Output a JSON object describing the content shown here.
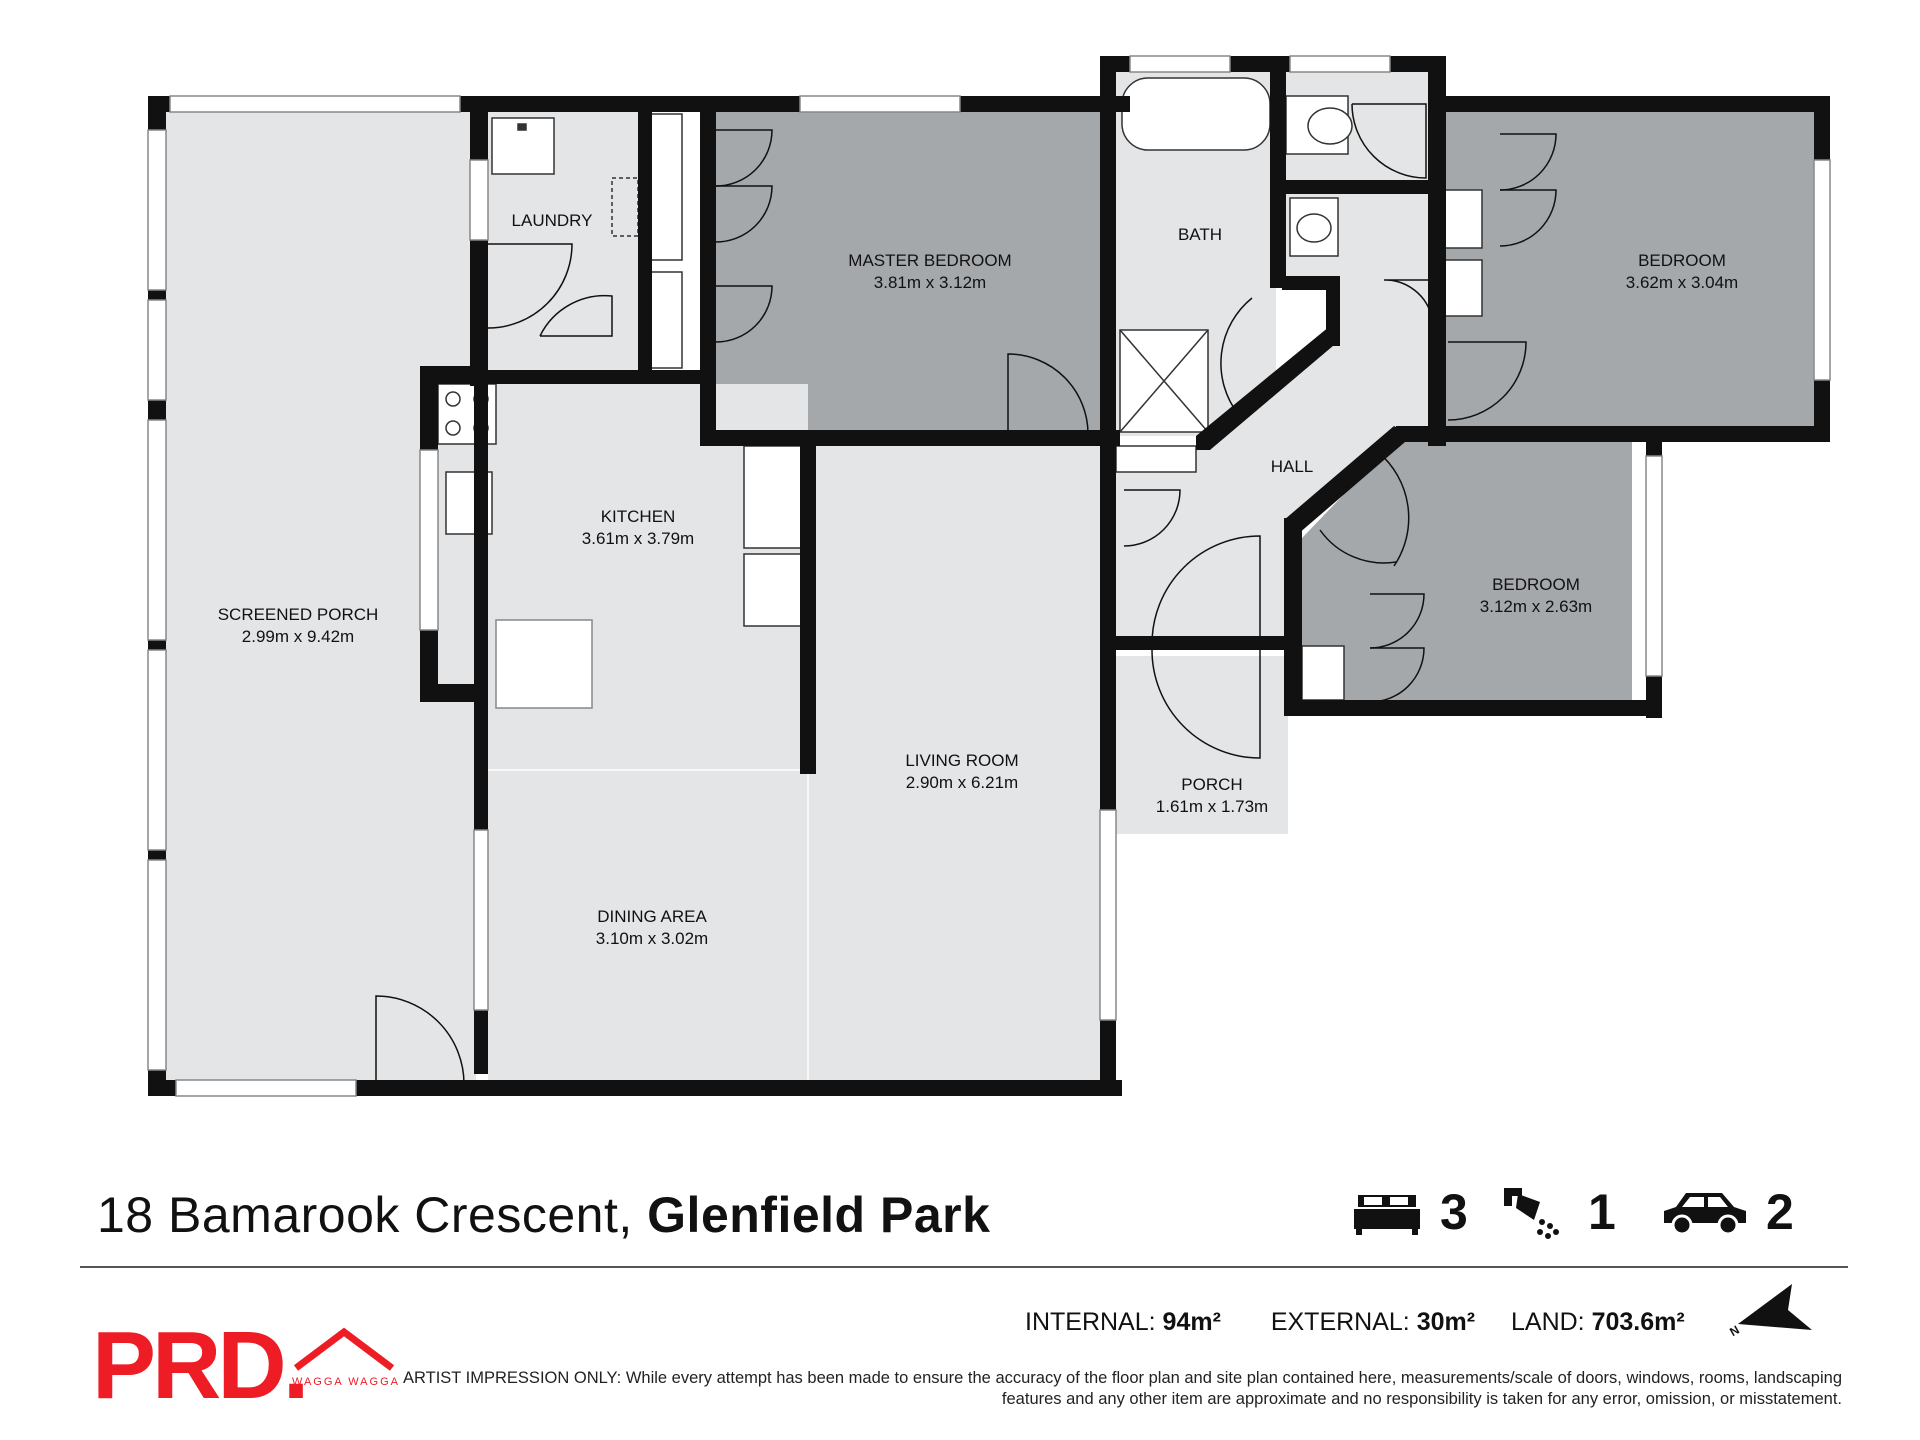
{
  "rooms": {
    "screened_porch": {
      "name": "SCREENED PORCH",
      "dims": "2.99m x 9.42m"
    },
    "laundry": {
      "name": "LAUNDRY"
    },
    "master_bedroom": {
      "name": "MASTER BEDROOM",
      "dims": "3.81m x 3.12m"
    },
    "bath": {
      "name": "BATH"
    },
    "bedroom_1": {
      "name": "BEDROOM",
      "dims": "3.62m x 3.04m"
    },
    "bedroom_2": {
      "name": "BEDROOM",
      "dims": "3.12m x 2.63m"
    },
    "hall": {
      "name": "HALL"
    },
    "kitchen": {
      "name": "KITCHEN",
      "dims": "3.61m x 3.79m"
    },
    "living_room": {
      "name": "LIVING ROOM",
      "dims": "2.90m x 6.21m"
    },
    "porch": {
      "name": "PORCH",
      "dims": "1.61m x 1.73m"
    },
    "dining_area": {
      "name": "DINING AREA",
      "dims": "3.10m x 3.02m"
    }
  },
  "listing": {
    "street": "18 Bamarook Crescent,",
    "suburb": "Glenfield Park",
    "bedrooms": "3",
    "bathrooms": "1",
    "car_spaces": "2",
    "icons": [
      "bed-icon",
      "shower-icon",
      "car-icon",
      "north-arrow-icon"
    ]
  },
  "areas": {
    "internal_label": "INTERNAL:",
    "internal_value": "94m²",
    "external_label": "EXTERNAL:",
    "external_value": "30m²",
    "land_label": "LAND:",
    "land_value": "703.6m²",
    "north_label": "N"
  },
  "brand": {
    "logo": "PRD.",
    "sub": "WAGGA WAGGA",
    "color": "#ee1c25"
  },
  "disclaimer": "ARTIST IMPRESSION ONLY: While every attempt has been made to ensure the accuracy of the floor plan and site plan contained here, measurements/scale of doors, windows, rooms, landscaping features and any other item are approximate and no responsibility is taken for any error, omission, or misstatement.",
  "colors": {
    "wall": "#111111",
    "floor_light": "#e4e5e6",
    "floor_dark": "#a5a8ab",
    "brand_red": "#ee1c25"
  }
}
